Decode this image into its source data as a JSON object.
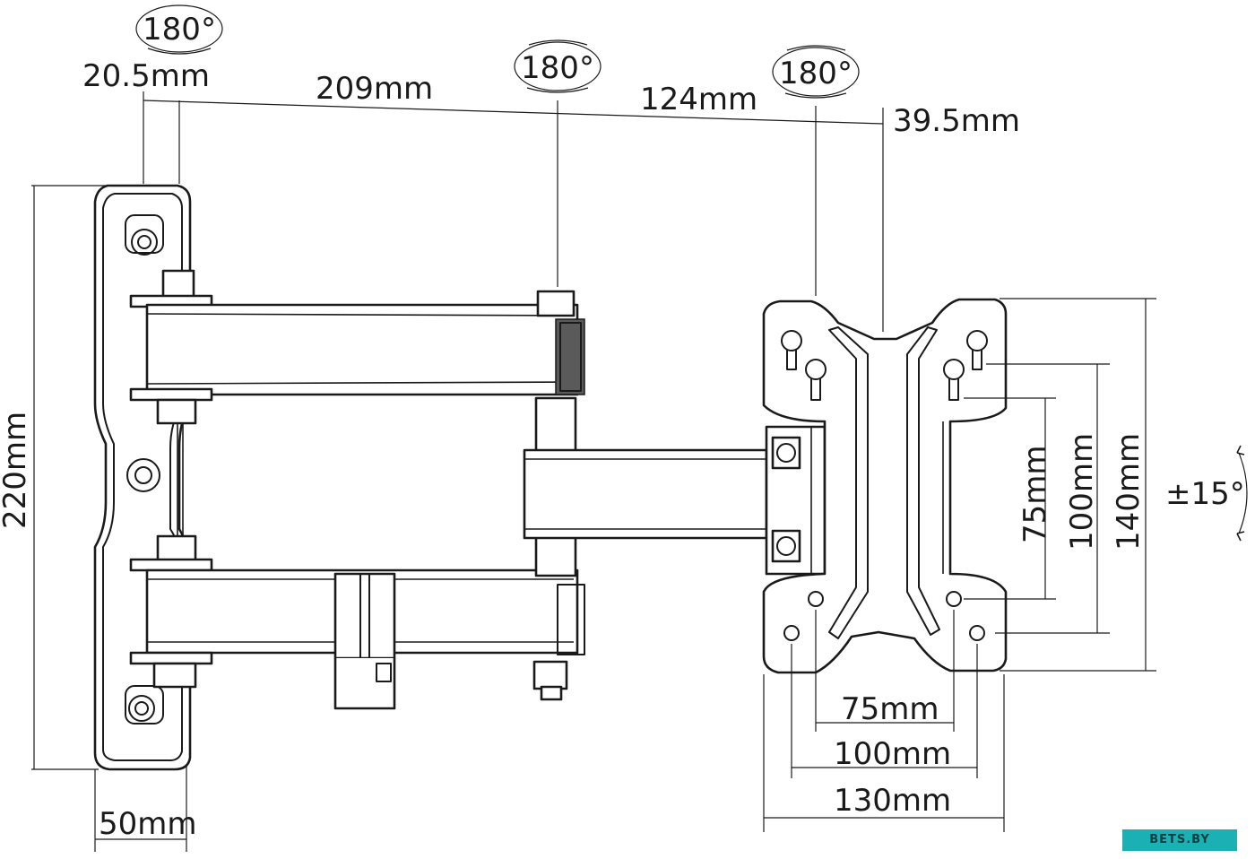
{
  "dimensions": {
    "top_left_offset": "20.5mm",
    "arm_length": "209mm",
    "arm_secondary": "124mm",
    "plate_offset": "39.5mm",
    "wall_plate_height": "220mm",
    "wall_plate_width": "50mm",
    "vesa_v_75": "75mm",
    "vesa_v_100": "100mm",
    "plate_height": "140mm",
    "vesa_h_75": "75mm",
    "vesa_h_100": "100mm",
    "plate_width": "130mm"
  },
  "rotation": {
    "wall_pivot": "180°",
    "elbow_pivot": "180°",
    "head_pivot": "180°",
    "tilt": "±15°"
  },
  "watermark": "BETS.BY"
}
